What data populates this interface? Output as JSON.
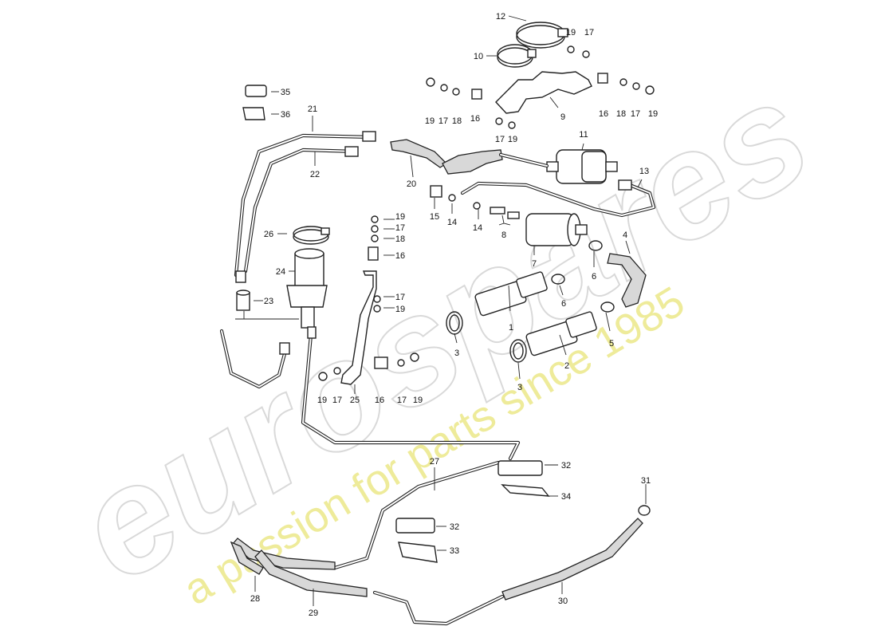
{
  "watermark": {
    "brand": "eurospares",
    "tagline": "a passion for parts since 1985"
  },
  "callouts": [
    {
      "id": "c1",
      "text": "1"
    },
    {
      "id": "c2",
      "text": "2"
    },
    {
      "id": "c3a",
      "text": "3"
    },
    {
      "id": "c3b",
      "text": "3"
    },
    {
      "id": "c4",
      "text": "4"
    },
    {
      "id": "c5",
      "text": "5"
    },
    {
      "id": "c6a",
      "text": "6"
    },
    {
      "id": "c6b",
      "text": "6"
    },
    {
      "id": "c7",
      "text": "7"
    },
    {
      "id": "c8",
      "text": "8"
    },
    {
      "id": "c9",
      "text": "9"
    },
    {
      "id": "c10",
      "text": "10"
    },
    {
      "id": "c11",
      "text": "11"
    },
    {
      "id": "c12",
      "text": "12"
    },
    {
      "id": "c13",
      "text": "13"
    },
    {
      "id": "c14a",
      "text": "14"
    },
    {
      "id": "c14b",
      "text": "14"
    },
    {
      "id": "c15",
      "text": "15"
    },
    {
      "id": "c16a",
      "text": "16"
    },
    {
      "id": "c16b",
      "text": "16"
    },
    {
      "id": "c16c",
      "text": "16"
    },
    {
      "id": "c16d",
      "text": "16"
    },
    {
      "id": "c17a",
      "text": "17"
    },
    {
      "id": "c17b",
      "text": "17"
    },
    {
      "id": "c17c",
      "text": "17"
    },
    {
      "id": "c17d",
      "text": "17"
    },
    {
      "id": "c17e",
      "text": "17"
    },
    {
      "id": "c17f",
      "text": "17"
    },
    {
      "id": "c17g",
      "text": "17"
    },
    {
      "id": "c17h",
      "text": "17"
    },
    {
      "id": "c18a",
      "text": "18"
    },
    {
      "id": "c18b",
      "text": "18"
    },
    {
      "id": "c18c",
      "text": "18"
    },
    {
      "id": "c19a",
      "text": "19"
    },
    {
      "id": "c19b",
      "text": "19"
    },
    {
      "id": "c19c",
      "text": "19"
    },
    {
      "id": "c19d",
      "text": "19"
    },
    {
      "id": "c19e",
      "text": "19"
    },
    {
      "id": "c19f",
      "text": "19"
    },
    {
      "id": "c19g",
      "text": "19"
    },
    {
      "id": "c19h",
      "text": "19"
    },
    {
      "id": "c20",
      "text": "20"
    },
    {
      "id": "c21",
      "text": "21"
    },
    {
      "id": "c22",
      "text": "22"
    },
    {
      "id": "c23",
      "text": "23"
    },
    {
      "id": "c24",
      "text": "24"
    },
    {
      "id": "c25",
      "text": "25"
    },
    {
      "id": "c26",
      "text": "26"
    },
    {
      "id": "c27",
      "text": "27"
    },
    {
      "id": "c28",
      "text": "28"
    },
    {
      "id": "c29",
      "text": "29"
    },
    {
      "id": "c30",
      "text": "30"
    },
    {
      "id": "c31",
      "text": "31"
    },
    {
      "id": "c32a",
      "text": "32"
    },
    {
      "id": "c32b",
      "text": "32"
    },
    {
      "id": "c33",
      "text": "33"
    },
    {
      "id": "c34",
      "text": "34"
    },
    {
      "id": "c35",
      "text": "35"
    },
    {
      "id": "c36",
      "text": "36"
    }
  ]
}
